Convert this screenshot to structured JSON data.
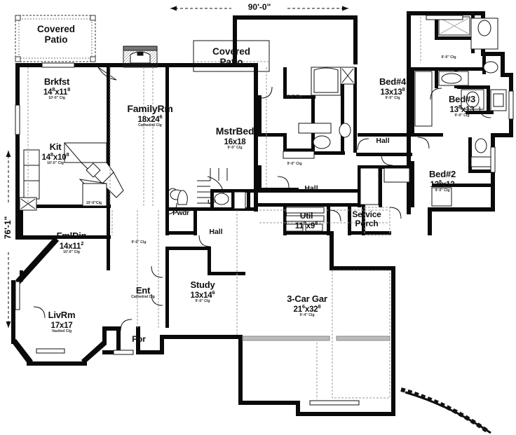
{
  "plan": {
    "overall_width_label": "90'-0\"",
    "overall_depth_label": "76'-1\""
  },
  "rooms": [
    {
      "id": "covered_patio_left",
      "name": "Covered\nPatio",
      "name_line1": "Covered",
      "name_line2": "Patio",
      "dim": "",
      "clg": ""
    },
    {
      "id": "covered_patio_top",
      "name": "Covered\nPatio",
      "name_line1": "Covered",
      "name_line2": "Patio",
      "dim": "",
      "clg": ""
    },
    {
      "id": "brkfst",
      "name": "Brkfst",
      "dim": "14⁸x11⁸",
      "dim_a": "14",
      "dim_a_sup": "8",
      "dim_b": "x11",
      "dim_b_sup": "8",
      "clg": "10'-0\" Clg"
    },
    {
      "id": "kit",
      "name": "Kit",
      "dim": "14⁸x10⁸",
      "dim_a": "14",
      "dim_a_sup": "8",
      "dim_b": "x10",
      "dim_b_sup": "8",
      "clg": "10'-0\" Clg"
    },
    {
      "id": "familyrm",
      "name": "FamilyRm",
      "dim": "18x24⁶",
      "dim_a": "18",
      "dim_a_sup": "",
      "dim_b": "x24",
      "dim_b_sup": "6",
      "clg": "Cathedral Clg"
    },
    {
      "id": "mstrbed",
      "name": "MstrBed",
      "dim": "16x18",
      "dim_a": "16",
      "dim_a_sup": "",
      "dim_b": "x18",
      "dim_b_sup": "",
      "clg": "9'-0\" Clg"
    },
    {
      "id": "fmldin",
      "name": "FmlDin",
      "dim": "14x11²",
      "dim_a": "14",
      "dim_a_sup": "",
      "dim_b": "x11",
      "dim_b_sup": "2",
      "clg": "10'-0\" Clg"
    },
    {
      "id": "livrm",
      "name": "LivRm",
      "dim": "17x17",
      "dim_a": "17",
      "dim_a_sup": "",
      "dim_b": "x17",
      "dim_b_sup": "",
      "clg": "Vaulted Clg"
    },
    {
      "id": "ent",
      "name": "Ent",
      "dim": "",
      "clg": "Cathedral Clg"
    },
    {
      "id": "study",
      "name": "Study",
      "dim": "13x14⁶",
      "dim_a": "13",
      "dim_a_sup": "",
      "dim_b": "x14",
      "dim_b_sup": "6",
      "clg": "9'-0\" Clg"
    },
    {
      "id": "por",
      "name": "Por",
      "dim": "",
      "clg": ""
    },
    {
      "id": "garage",
      "name": "3-Car Gar",
      "dim": "21⁶x32⁸",
      "dim_a": "21",
      "dim_a_sup": "6",
      "dim_b": "x32",
      "dim_b_sup": "8",
      "clg": "9'-4\" Clg"
    },
    {
      "id": "util",
      "name": "Util",
      "dim": "11⁸x9⁸",
      "dim_a": "11",
      "dim_a_sup": "8",
      "dim_b": "x9",
      "dim_b_sup": "8",
      "clg": ""
    },
    {
      "id": "service_porch",
      "name": "Service\nPorch",
      "name_line1": "Service",
      "name_line2": "Porch",
      "dim": "",
      "clg": ""
    },
    {
      "id": "bed4",
      "name": "Bed#4",
      "dim": "13x13⁸",
      "dim_a": "13",
      "dim_a_sup": "",
      "dim_b": "x13",
      "dim_b_sup": "8",
      "clg": "9'-0\" Clg"
    },
    {
      "id": "bed3",
      "name": "Bed#3",
      "dim": "13⁸x13",
      "dim_a": "13",
      "dim_a_sup": "8",
      "dim_b": "x13",
      "dim_b_sup": "",
      "clg": "9'-0\" Clg"
    },
    {
      "id": "bed2",
      "name": "Bed#2",
      "dim": "13⁸x12",
      "dim_a": "13",
      "dim_a_sup": "8",
      "dim_b": "x12",
      "dim_b_sup": "",
      "clg": "9'-0\" Clg"
    },
    {
      "id": "pwdr",
      "name": "Pwdr",
      "dim": "",
      "clg": ""
    }
  ],
  "labels": {
    "hall_center": "Hall",
    "hall_master": "Hall",
    "hall_bed": "Hall",
    "stairs_up": "UP",
    "clg_mbath_upper": "9'-0\" Clg",
    "clg_mbath_lower": "9'-0\" Clg",
    "clg_bath_right": "9'-0\" Clg",
    "clg_kit_hall": "10'-0\"Clg",
    "clg_utilhall": "9'-0\" Clg"
  }
}
